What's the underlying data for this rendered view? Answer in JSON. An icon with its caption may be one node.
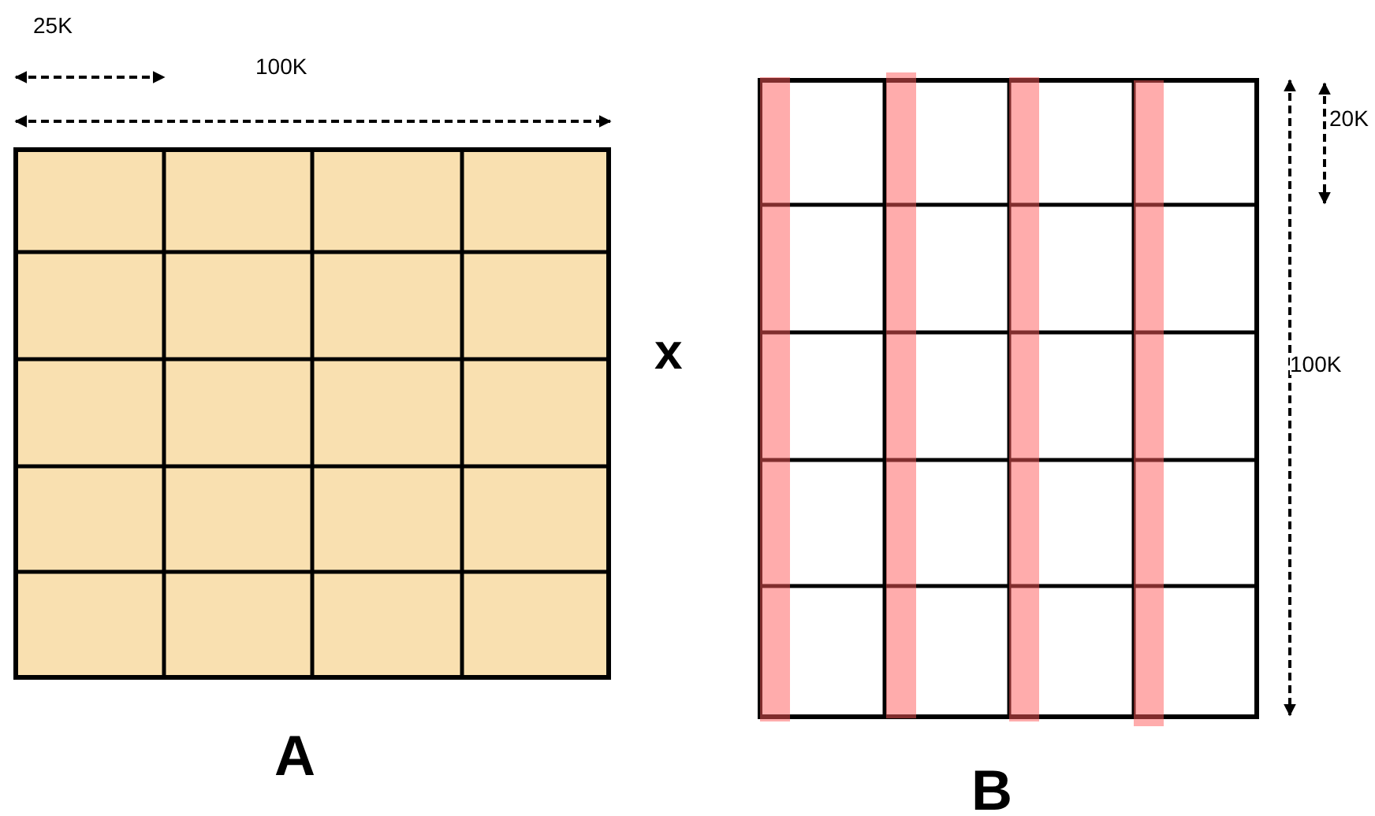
{
  "diagram": {
    "labels": [
      "25K",
      "100K",
      "20K",
      "x",
      "100K",
      "A",
      "B"
    ]
  }
}
